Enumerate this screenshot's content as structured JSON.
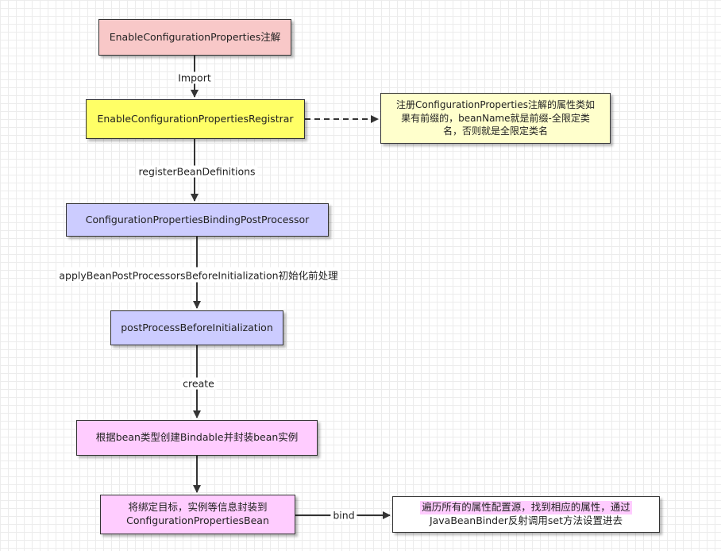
{
  "nodes": {
    "annotation": "EnableConfigurationProperties注解",
    "registrar": "EnableConfigurationPropertiesRegistrar",
    "note": {
      "line1": "注册ConfigurationProperties注解的属性类如",
      "line2": "果有前缀的，beanName就是前缀-全限定类",
      "line3": "名，否则就是全限定类名"
    },
    "post_processor": "ConfigurationPropertiesBindingPostProcessor",
    "before_init": "postProcessBeforeInitialization",
    "create_bindable": "根据bean类型创建Bindable并封装bean实例",
    "wrap": {
      "line1": "将绑定目标，实例等信息封装到",
      "line2": "ConfigurationPropertiesBean"
    },
    "traverse": {
      "line1": "遍历所有的属性配置源，找到相应的属性，通过",
      "line2": "JavaBeanBinder反射调用set方法设置进去"
    }
  },
  "edges": {
    "import": "Import",
    "register": "registerBeanDefinitions",
    "apply": "applyBeanPostProcessorsBeforeInitialization初始化前处理",
    "create": "create",
    "bind": "bind"
  },
  "colors": {
    "pink": "#f8c8c8",
    "yellow": "#ffff66",
    "lavender": "#ccccff",
    "magenta": "#ffccff",
    "note": "#ffffcc",
    "edge": "#333333"
  }
}
